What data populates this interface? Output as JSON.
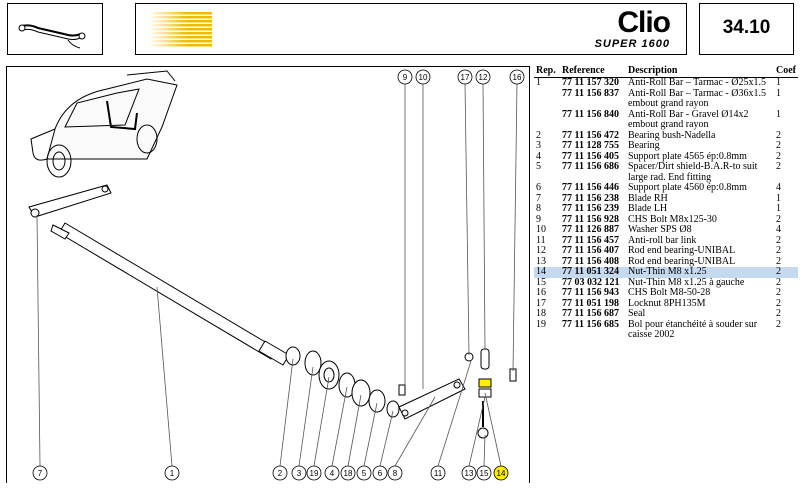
{
  "header": {
    "brand_name": "Clio",
    "brand_sub": "SUPER 1600",
    "page_number": "34.10",
    "accent_color": "#f5b800"
  },
  "diagram": {
    "callouts_top": [
      "9",
      "10",
      "17",
      "12",
      "16"
    ],
    "callouts_bottom": [
      "7",
      "1",
      "2",
      "3",
      "19",
      "4",
      "18",
      "5",
      "6",
      "8",
      "11",
      "13",
      "15",
      "14"
    ],
    "highlighted_callout": "14",
    "highlight_color": "#ffee00"
  },
  "parts_table": {
    "headers": {
      "rep": "Rep.",
      "reference": "Reference",
      "description": "Description",
      "coef": "Coef"
    },
    "rows": [
      {
        "rep": "1",
        "ref": "77 11 157 320",
        "desc": "Anti-Roll Bar – Tarmac - Ø25x1.5",
        "coef": "1"
      },
      {
        "rep": "",
        "ref": "77 11 156 837",
        "desc": "Anti-Roll Bar – Tarmac - Ø36x1.5 embout grand rayon",
        "coef": "1"
      },
      {
        "rep": "",
        "ref": "77 11 156 840",
        "desc": "Anti-Roll Bar - Gravel Ø14x2 embout grand rayon",
        "coef": "1"
      },
      {
        "rep": "2",
        "ref": "77 11 156 472",
        "desc": "Bearing bush-Nadella",
        "coef": "2"
      },
      {
        "rep": "3",
        "ref": "77 11 128 755",
        "desc": "Bearing",
        "coef": "2"
      },
      {
        "rep": "4",
        "ref": "77 11 156 405",
        "desc": "Support plate 4565 ép:0.8mm",
        "coef": "2"
      },
      {
        "rep": "5",
        "ref": "77 11 156 686",
        "desc": "Spacer/Dirt shield-B.A.R-to suit large rad. End fitting",
        "coef": "2"
      },
      {
        "rep": "6",
        "ref": "77 11 156 446",
        "desc": "Support plate 4560 ép:0.8mm",
        "coef": "4"
      },
      {
        "rep": "7",
        "ref": "77 11 156 238",
        "desc": "Blade RH",
        "coef": "1"
      },
      {
        "rep": "8",
        "ref": "77 11 156 239",
        "desc": "Blade LH",
        "coef": "1"
      },
      {
        "rep": "9",
        "ref": "77 11 156 928",
        "desc": "CHS Bolt M8x125-30",
        "coef": "2"
      },
      {
        "rep": "10",
        "ref": "77 11 126 887",
        "desc": "Washer SPS Ø8",
        "coef": "4"
      },
      {
        "rep": "11",
        "ref": "77 11 156 457",
        "desc": "Anti-roll bar link",
        "coef": "2"
      },
      {
        "rep": "12",
        "ref": "77 11 156 407",
        "desc": "Rod end bearing-UNIBAL",
        "coef": "2"
      },
      {
        "rep": "13",
        "ref": "77 11 156 408",
        "desc": "Rod end bearing-UNIBAL",
        "coef": "2"
      },
      {
        "rep": "14",
        "ref": "77 11 051 324",
        "desc": "Nut-Thin M8 x1.25",
        "coef": "2",
        "highlight": true
      },
      {
        "rep": "15",
        "ref": "77 03 032 121",
        "desc": "Nut-Thin M8 x1.25 à gauche",
        "coef": "2"
      },
      {
        "rep": "16",
        "ref": "77 11 156 943",
        "desc": "CHS Bolt M8-50-28",
        "coef": "2"
      },
      {
        "rep": "17",
        "ref": "77 11 051 198",
        "desc": "Locknut 8PH135M",
        "coef": "2"
      },
      {
        "rep": "18",
        "ref": "77 11 156 687",
        "desc": "Seal",
        "coef": "2"
      },
      {
        "rep": "19",
        "ref": "77 11 156 685",
        "desc": "Bol pour étanchéité à souder sur caisse 2002",
        "coef": "2"
      }
    ]
  }
}
